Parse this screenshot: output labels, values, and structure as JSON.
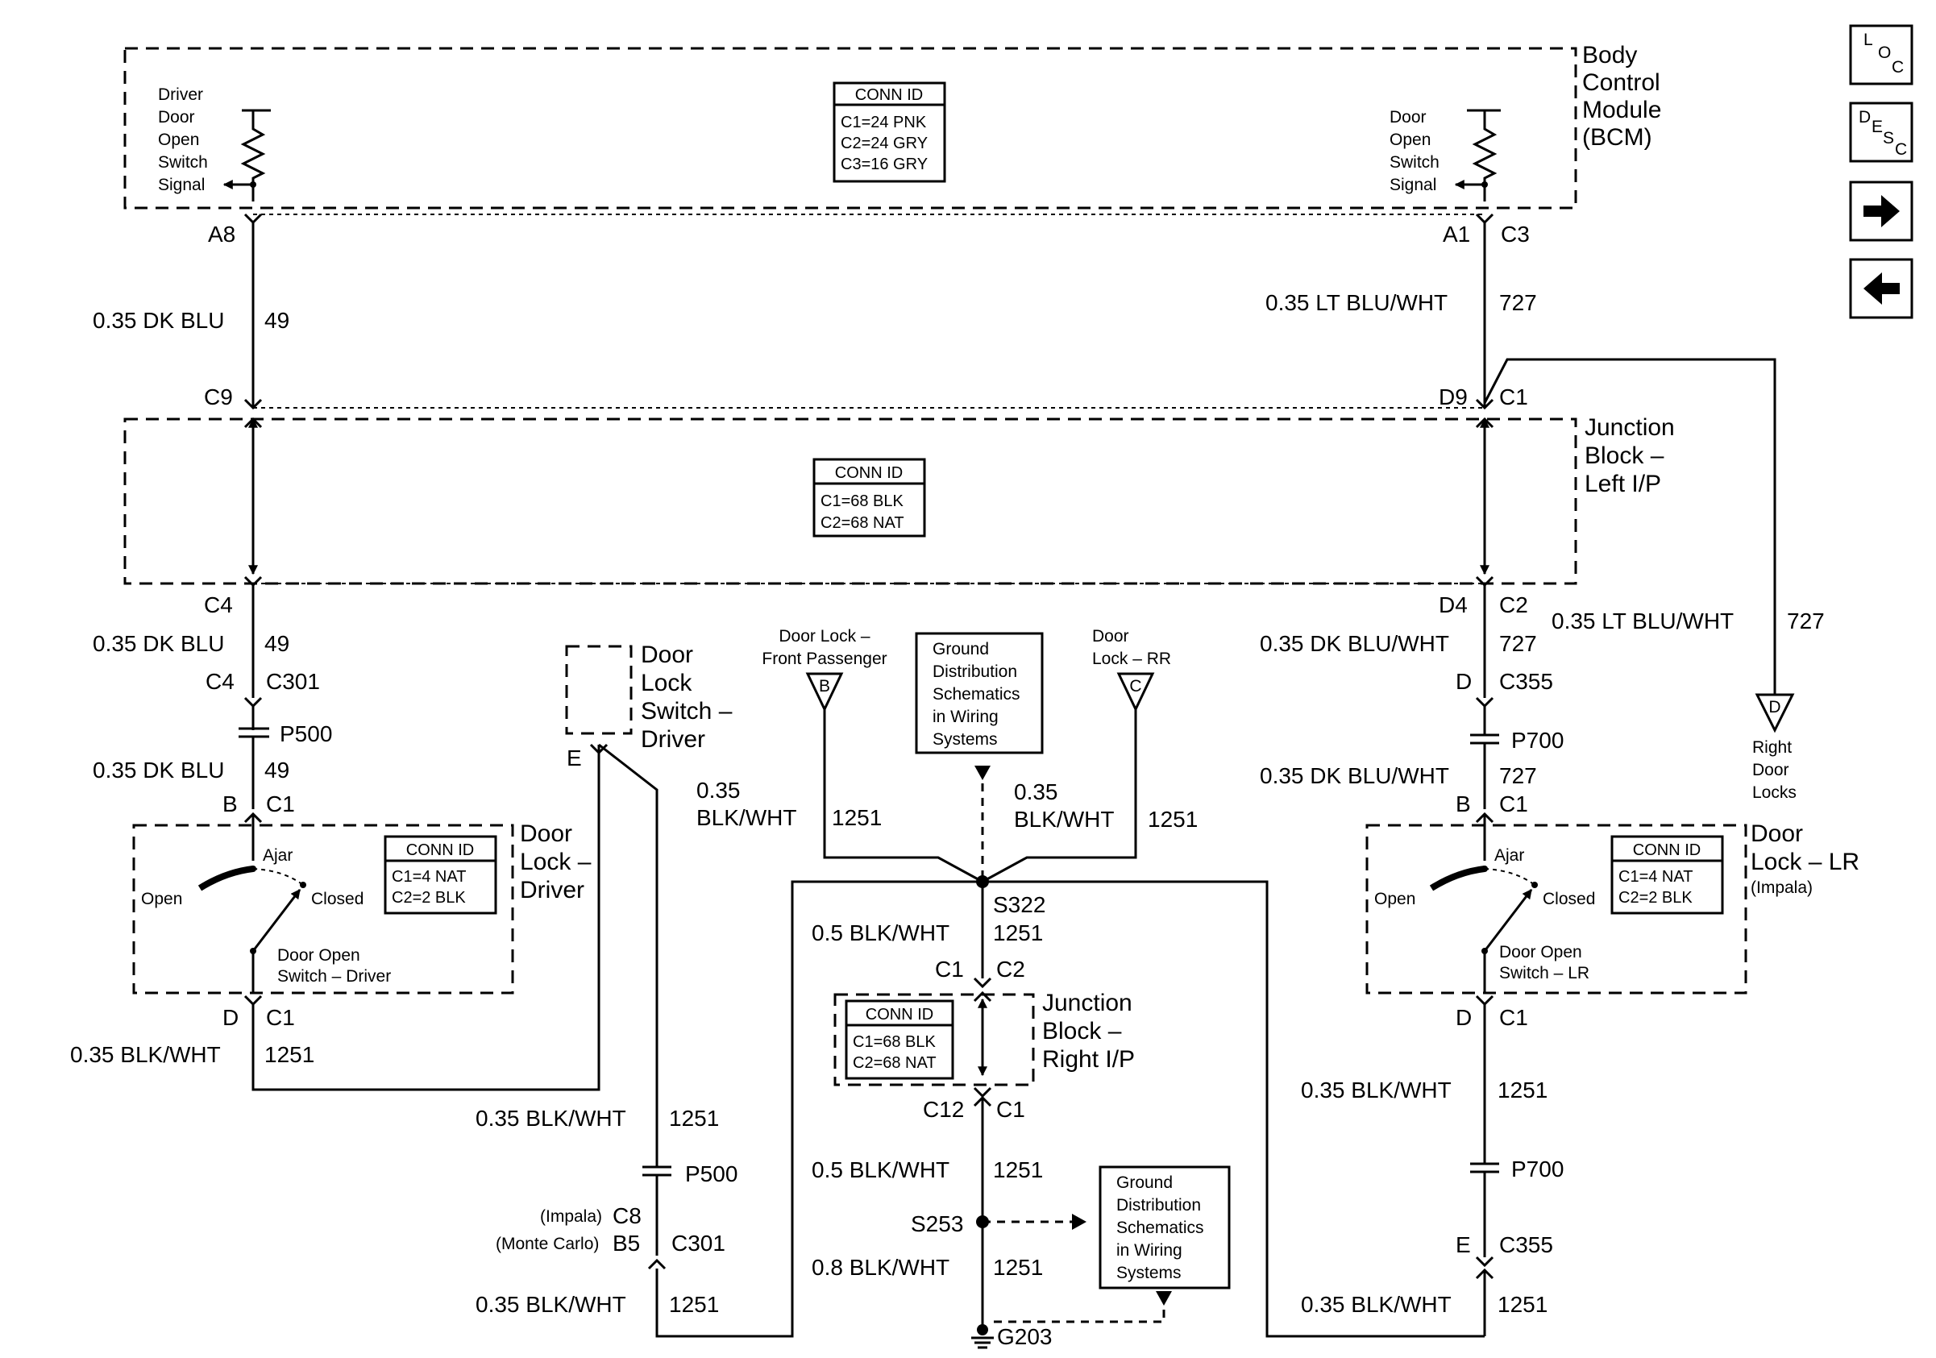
{
  "nav": {
    "loc": [
      "L",
      "O",
      "C"
    ],
    "desc": [
      "D",
      "E",
      "S",
      "C"
    ]
  },
  "bcm": {
    "label": [
      "Body",
      "Control",
      "Module",
      "(BCM)"
    ],
    "conn_id": {
      "title": "CONN ID",
      "lines": [
        "C1=24 PNK",
        "C2=24 GRY",
        "C3=16 GRY"
      ]
    },
    "driver_signal": [
      "Driver",
      "Door",
      "Open",
      "Switch",
      "Signal"
    ],
    "door_signal": [
      "Door",
      "Open",
      "Switch",
      "Signal"
    ],
    "pin_left": "A8",
    "pin_right": "A1",
    "conn_right": "C3"
  },
  "jb_left": {
    "label": [
      "Junction",
      "Block –",
      "Left I/P"
    ],
    "conn_id": {
      "title": "CONN ID",
      "lines": [
        "C1=68 BLK",
        "C2=68 NAT"
      ]
    },
    "top_left_pin": "C9",
    "top_right_pin": "D9",
    "top_right_conn": "C1",
    "bot_left_pin": "C4",
    "bot_right_pin": "D4",
    "bot_right_conn": "C2"
  },
  "wires": {
    "w1_gauge": "0.35 DK BLU",
    "w1_circ": "49",
    "w2_gauge": "0.35 LT BLU/WHT",
    "w2_circ": "727",
    "w3_gauge": "0.35 DK BLU",
    "w3_circ": "49",
    "w4_gauge": "0.35 DK BLU",
    "w4_circ": "49",
    "w5_gauge": "0.35 LT BLU/WHT",
    "w5_circ": "727",
    "w6_gauge": "0.35 DK BLU/WHT",
    "w6_circ": "727",
    "w7_gauge": "0.35 DK BLU/WHT",
    "w7_circ": "727",
    "w8_gauge": "0.35 BLK/WHT",
    "w8_circ": "1251",
    "w9_gauge": "0.35 BLK/WHT",
    "w9_circ": "1251",
    "w10_gauge": "0.35 BLK/WHT",
    "w10_circ": "1251",
    "w11_gauge": [
      "0.35",
      "BLK/WHT"
    ],
    "w11_circ": "1251",
    "w12_gauge": [
      "0.35",
      "BLK/WHT"
    ],
    "w12_circ": "1251",
    "w13_gauge": "0.5 BLK/WHT",
    "w13_circ": "1251",
    "w14_gauge": "0.5 BLK/WHT",
    "w14_circ": "1251",
    "w15_gauge": "0.8 BLK/WHT",
    "w15_circ": "1251",
    "w16_gauge": "0.35 BLK/WHT",
    "w16_circ": "1251",
    "w17_gauge": "0.35 BLK/WHT",
    "w17_circ": "1251"
  },
  "connectors": {
    "c301_left_pin": "C4",
    "c301_left": "C301",
    "p500_left": "P500",
    "driver_top_pin": "B",
    "driver_top_conn": "C1",
    "driver_bot_pin": "D",
    "driver_bot_conn": "C1",
    "c355_top_pin": "D",
    "c355_top": "C355",
    "p700_top": "P700",
    "lr_top_pin": "B",
    "lr_top_conn": "C1",
    "lr_bot_pin": "D",
    "lr_bot_conn": "C1",
    "p700_bot": "P700",
    "c355_bot_pin": "E",
    "c355_bot": "C355",
    "p500_mid": "P500",
    "c301_mid_impala_note": "(Impala)",
    "c301_mid_impala_pin": "C8",
    "c301_mid_mc_note": "(Monte Carlo)",
    "c301_mid_mc_pin": "B5",
    "c301_mid": "C301",
    "lock_switch_pin": "E"
  },
  "door_lock_driver": {
    "label": [
      "Door",
      "Lock –",
      "Driver"
    ],
    "conn_id": {
      "title": "CONN ID",
      "lines": [
        "C1=4 NAT",
        "C2=2 BLK"
      ]
    },
    "open": "Open",
    "ajar": "Ajar",
    "closed": "Closed",
    "switch_label": [
      "Door Open",
      "Switch – Driver"
    ]
  },
  "door_lock_lr": {
    "label": [
      "Door",
      "Lock – LR"
    ],
    "note": "(Impala)",
    "conn_id": {
      "title": "CONN ID",
      "lines": [
        "C1=4 NAT",
        "C2=2 BLK"
      ]
    },
    "open": "Open",
    "ajar": "Ajar",
    "closed": "Closed",
    "switch_label": [
      "Door Open",
      "Switch – LR"
    ]
  },
  "door_lock_switch": {
    "label": [
      "Door",
      "Lock",
      "Switch –",
      "Driver"
    ]
  },
  "refs": {
    "front_pass_label": [
      "Door Lock –",
      "Front Passenger"
    ],
    "front_pass_letter": "B",
    "rr_label": [
      "Door",
      "Lock – RR"
    ],
    "rr_letter": "C",
    "right_letter": "D",
    "right_label": [
      "Right",
      "Door",
      "Locks"
    ]
  },
  "ground_boxes": {
    "top": [
      "Ground",
      "Distribution",
      "Schematics",
      "in Wiring",
      "Systems"
    ],
    "bottom": [
      "Ground",
      "Distribution",
      "Schematics",
      "in Wiring",
      "Systems"
    ]
  },
  "splices": {
    "s322": "S322",
    "s253": "S253",
    "g203": "G203"
  },
  "jb_right": {
    "label": [
      "Junction",
      "Block –",
      "Right I/P"
    ],
    "conn_id": {
      "title": "CONN ID",
      "lines": [
        "C1=68 BLK",
        "C2=68 NAT"
      ]
    },
    "top_left_conn": "C1",
    "top_right_conn": "C2",
    "bot_left_conn": "C12",
    "bot_right_conn": "C1"
  }
}
